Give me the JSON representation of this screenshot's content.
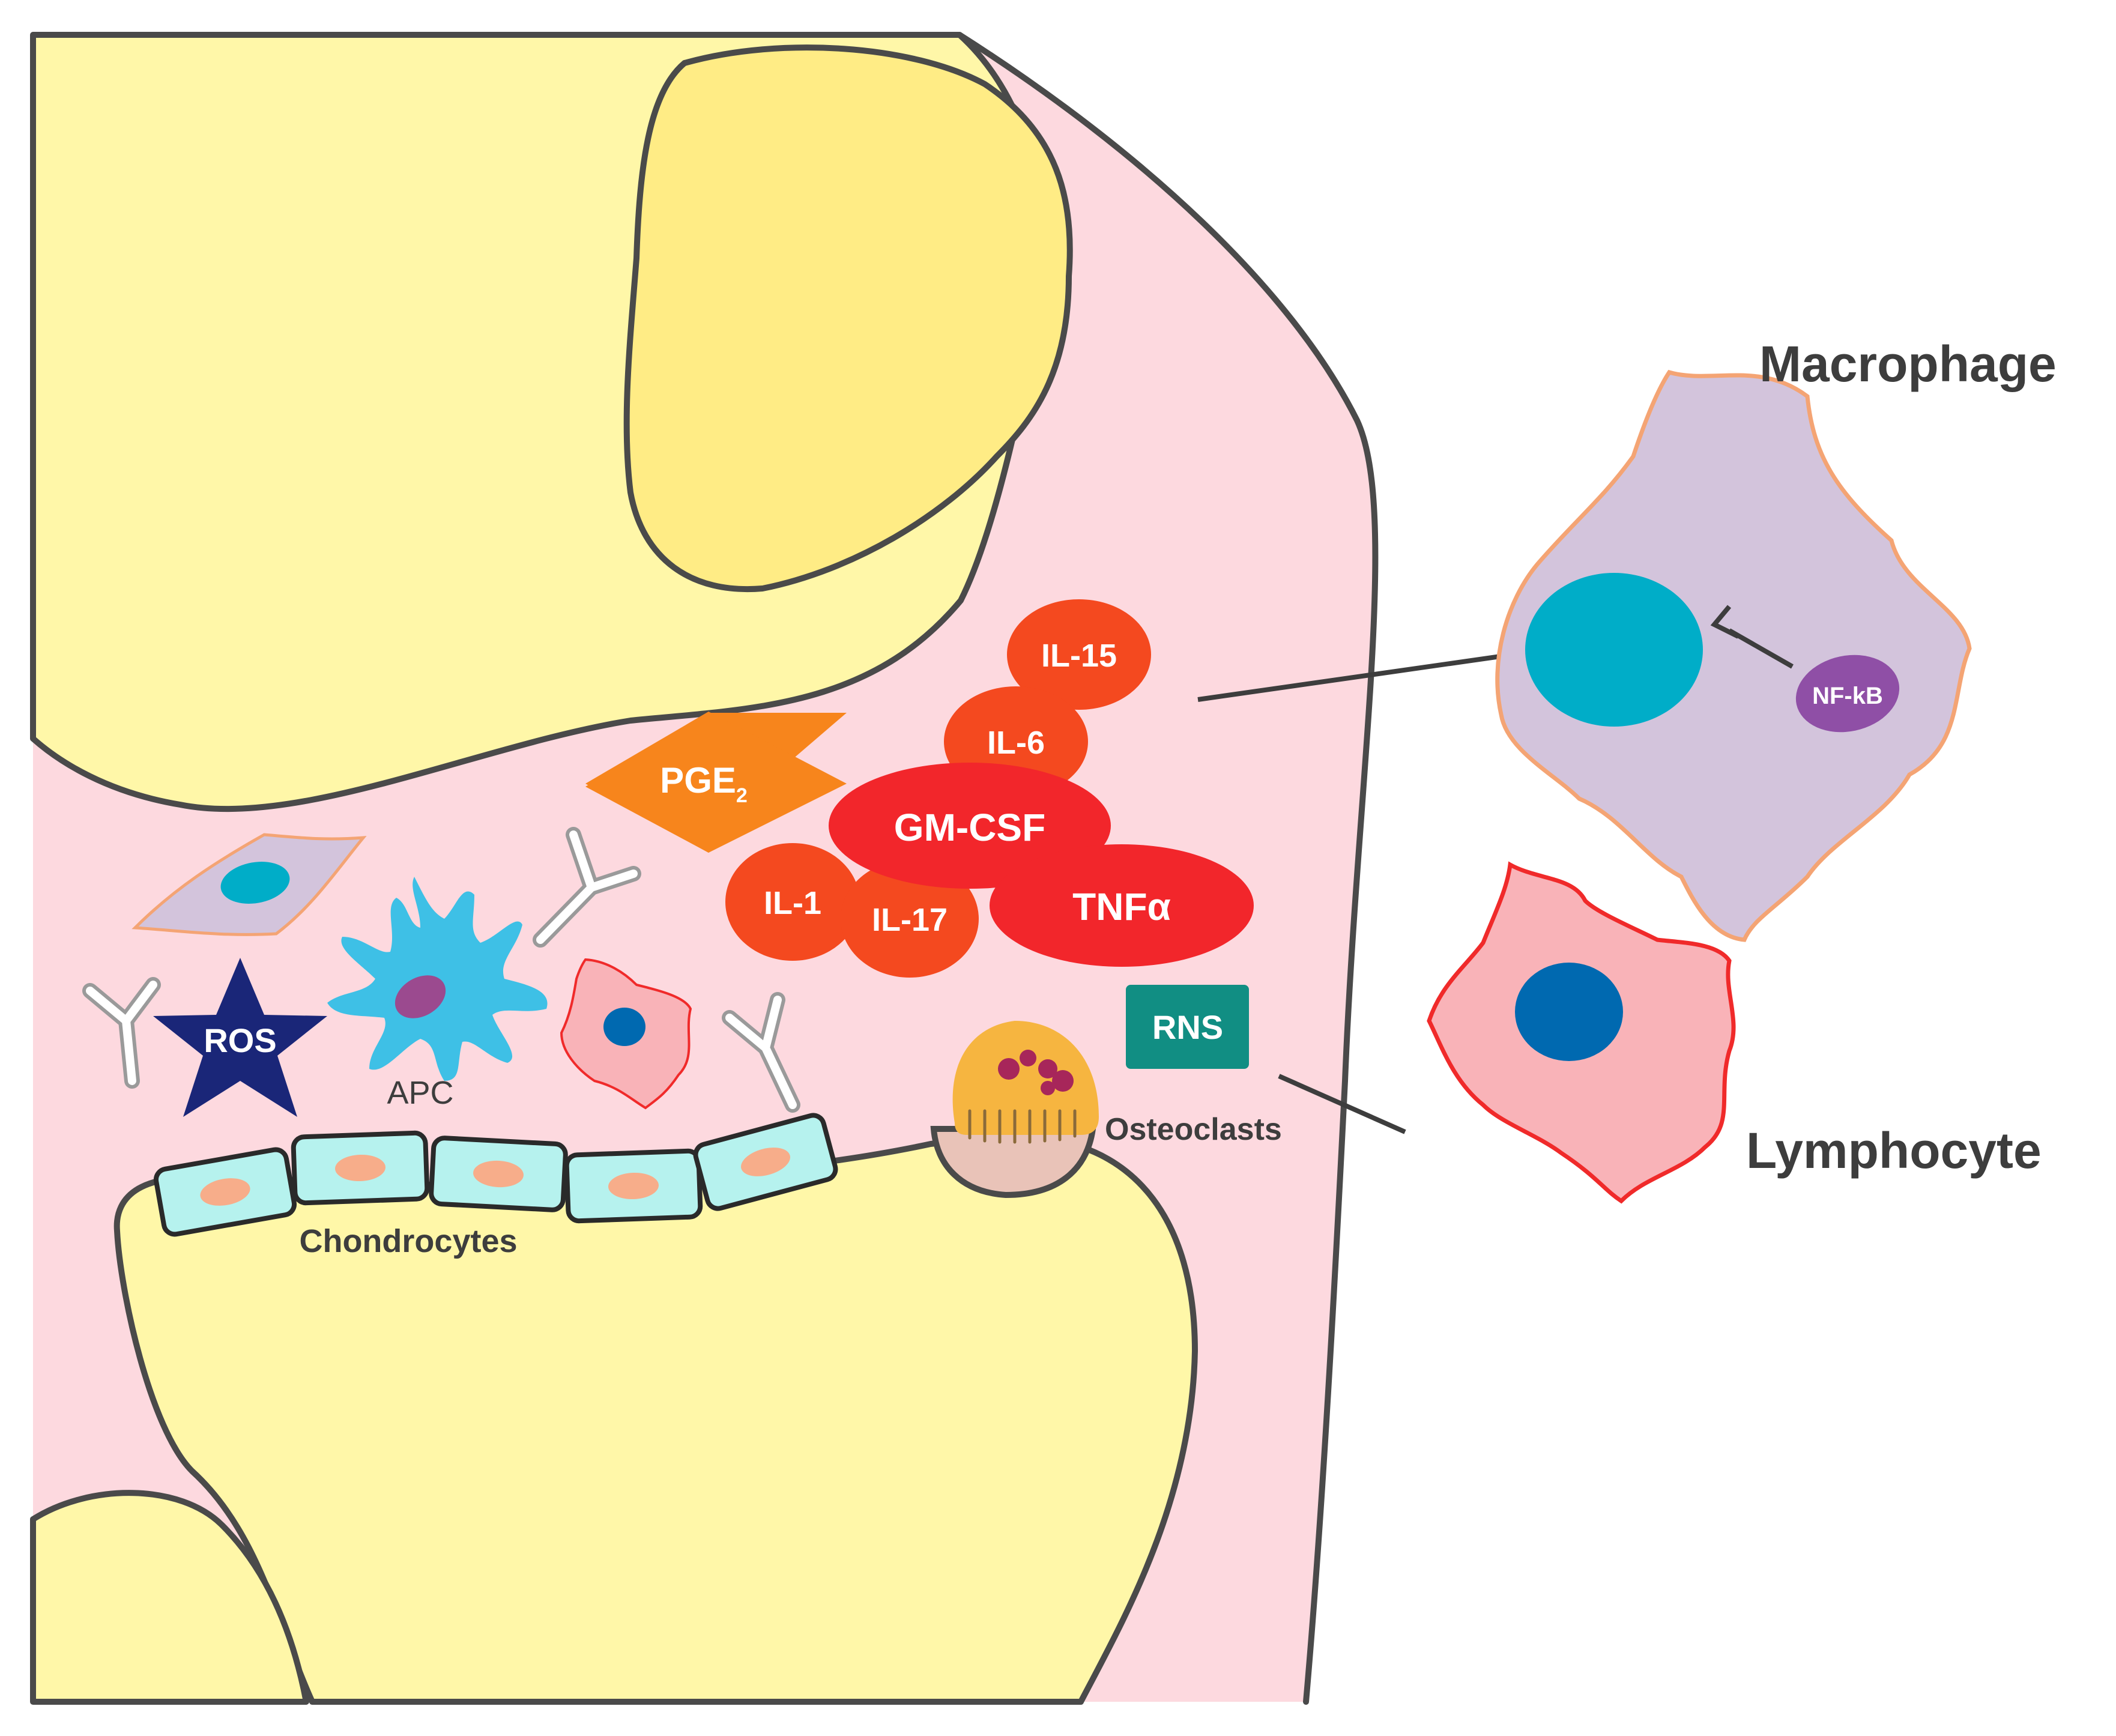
{
  "labels": {
    "macrophage": "Macrophage",
    "lymphocyte": "Lymphocyte",
    "chondrocytes": "Chondrocytes",
    "osteoclasts": "Osteoclasts",
    "apc": "APC",
    "ros": "ROS",
    "rns": "RNS",
    "nfkb": "NF-kB",
    "pge_main": "PGE",
    "pge_sub": "2",
    "il15": "IL-15",
    "il6": "IL-6",
    "gmcsf": "GM-CSF",
    "il1": "IL-1",
    "il17": "IL-17",
    "tnfa": "TNFα"
  },
  "colors": {
    "bone": "#fff7a8",
    "bone_inner": "#ffec85",
    "synovium": "#fdd9df",
    "outline": "#4a4a4a",
    "cytokine_red": "#f2262b",
    "cytokine_orange": "#f4491f",
    "pge": "#f7851c",
    "macrophage_body": "#d3c4dc",
    "macrophage_edge": "#f4a474",
    "macrophage_nucleus": "#00adc8",
    "nfkb": "#8f4fa6",
    "lymphocyte_body": "#f9b3b8",
    "lymphocyte_edge": "#f02a2a",
    "lymphocyte_nucleus": "#0069b0",
    "ros_star": "#1a2678",
    "rns_box": "#118e83",
    "chondrocyte_cell": "#b6f2ee",
    "chondrocyte_nucleus": "#f7ad8a",
    "apc": "#3ec0e6",
    "osteoclast": "#f6b540"
  }
}
